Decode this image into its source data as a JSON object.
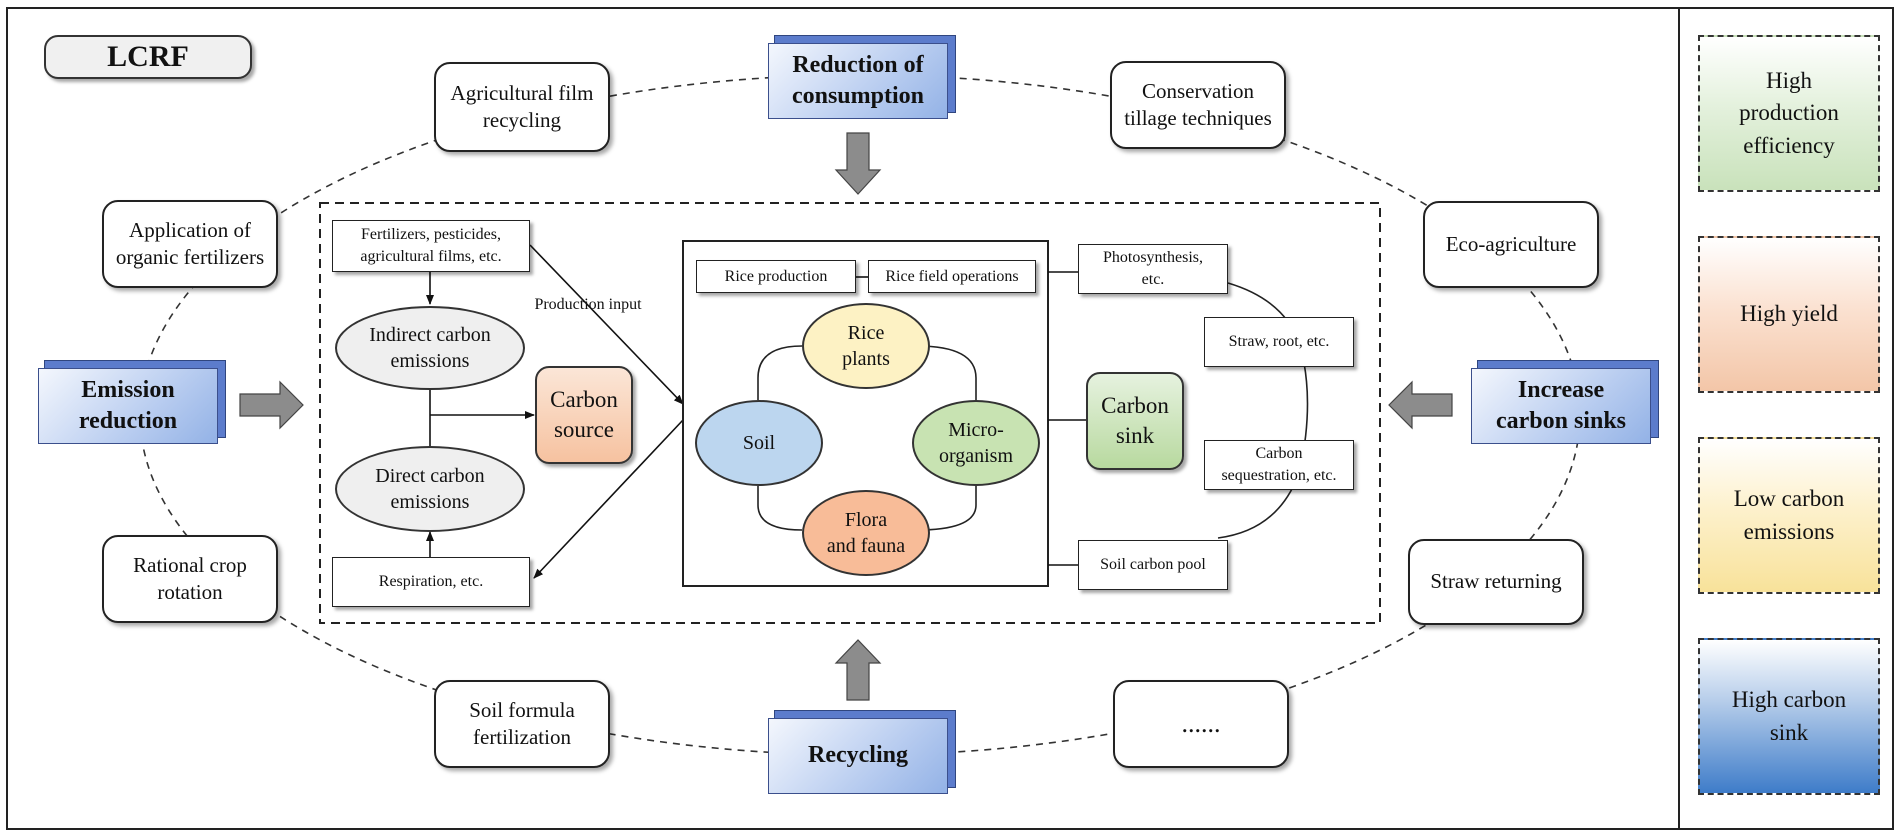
{
  "title_badge": "LCRF",
  "strategies": {
    "top": "Reduction of\nconsumption",
    "bottom": "Recycling",
    "left": "Emission\nreduction",
    "right": "Increase\ncarbon sinks"
  },
  "practices": {
    "film": "Agricultural film\nrecycling",
    "conservation": "Conservation\ntillage techniques",
    "organic": "Application of\norganic fertilizers",
    "eco": "Eco-agriculture",
    "rotation": "Rational crop\nrotation",
    "straw_returning": "Straw returning",
    "soil_formula": "Soil formula\nfertilization",
    "more": "......"
  },
  "inputs": {
    "fertilizers": "Fertilizers, pesticides,\nagricultural films, etc.",
    "production_input": "Production input",
    "respiration": "Respiration, etc."
  },
  "emissions": {
    "indirect": "Indirect carbon\nemissions",
    "direct": "Direct carbon\nemissions",
    "source": "Carbon\nsource",
    "sink": "Carbon\nsink"
  },
  "system": {
    "rice_production": "Rice production",
    "field_operations": "Rice field operations",
    "rice_plants": "Rice\nplants",
    "soil": "Soil",
    "microorganism": "Micro-\norganism",
    "flora_fauna": "Flora\nand fauna"
  },
  "sink_paths": {
    "photosynthesis": "Photosynthesis,\netc.",
    "straw_root": "Straw, root, etc.",
    "sequestration": "Carbon\nsequestration, etc.",
    "soil_pool": "Soil carbon pool"
  },
  "legend": {
    "items": [
      "High\nproduction\nefficiency",
      "High yield",
      "Low carbon\nemissions",
      "High carbon\nsink"
    ]
  },
  "colors": {
    "green": "#d7ebcf",
    "orange": "#f6c7a8",
    "yellow": "#fbeec2",
    "blue": "#3e7cc9",
    "soil_blue": "#bcd6ef",
    "plant_yellow": "#fdf2c4",
    "micro_green": "#c8e3b2",
    "flora_orange": "#f8bc98",
    "arrow_gray": "#8c8c8c"
  }
}
